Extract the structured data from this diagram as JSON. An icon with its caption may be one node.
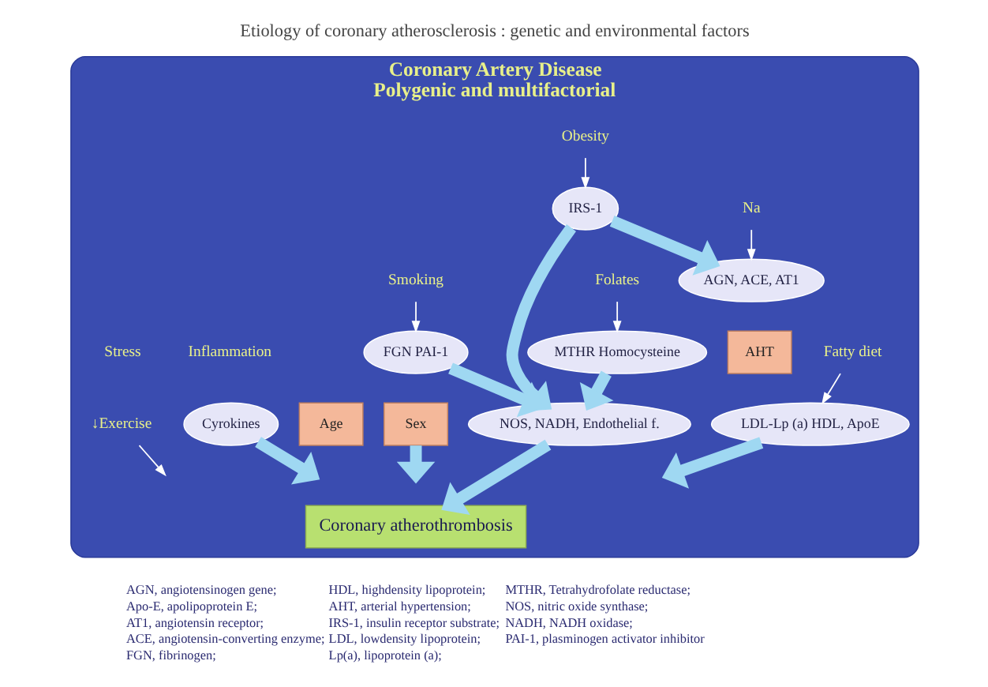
{
  "diagram": {
    "title": "Etiology of coronary atherosclerosis : genetic and environmental factors",
    "nodes": [
      {
        "text": [
          "Coronary Artery Disease",
          "Polygenic and multifactorial"
        ]
      },
      {
        "text": [
          "Obesity"
        ],
        "in": 0
      },
      {
        "text": [
          "↓Exercise"
        ],
        "in": 0
      },
      {
        "text": [
          "IRS-1"
        ],
        "in": 0
      },
      {
        "text": [
          "Na"
        ],
        "in": 0
      },
      {
        "text": [
          "AGN, ACE, AT1"
        ],
        "in": 0
      },
      {
        "text": [
          "AHT"
        ],
        "in": 0
      },
      {
        "text": [
          "NOS, NADH, Endothelial f."
        ],
        "in": 0
      },
      {
        "text": [
          "Fatty diet"
        ],
        "in": 0
      },
      {
        "text": [
          "LDL-Lp (a) HDL, ApoE"
        ],
        "in": 0
      },
      {
        "text": [
          "Folates"
        ],
        "in": 0
      },
      {
        "text": [
          "MTHR Homocysteine"
        ],
        "in": 0
      },
      {
        "text": [
          "Smoking"
        ],
        "in": 0
      },
      {
        "text": [
          "FGN PAI-1"
        ],
        "in": 0
      },
      {
        "text": [
          "Cyrokines"
        ],
        "in": 0
      },
      {
        "text": [
          "Sex"
        ],
        "in": 0
      },
      {
        "text": [
          "Age"
        ],
        "in": 0
      },
      {
        "text": [
          "Coronary atherothrombosis"
        ],
        "in": 0
      }
    ],
    "edges": [
      {
        "from": 1,
        "to": 3,
        "arrow": "to",
        "color": "#ffffff"
      },
      {
        "from": 2,
        "to": null,
        "arrow": "to",
        "color": "#ffffff"
      },
      {
        "from": 3,
        "to": 5,
        "arrow": "to"
      },
      {
        "from": 3,
        "to": 7,
        "arrow": "to"
      },
      {
        "from": 4,
        "to": 5,
        "arrow": "to",
        "color": "#ffffff"
      },
      {
        "from": 8,
        "to": 9,
        "arrow": "to",
        "color": "#ffffff"
      },
      {
        "from": 9,
        "to": null,
        "arrow": "to"
      },
      {
        "from": 10,
        "to": 11,
        "arrow": "to",
        "color": "#ffffff"
      },
      {
        "from": 11,
        "to": 7,
        "arrow": "to"
      },
      {
        "from": 12,
        "to": 13,
        "arrow": "to",
        "color": "#ffffff"
      },
      {
        "from": 13,
        "to": 7,
        "arrow": "to"
      },
      {
        "from": 14,
        "to": null,
        "arrow": "to"
      },
      {
        "from": 15,
        "to": null,
        "arrow": "to"
      },
      {
        "from": 7,
        "to": 17,
        "arrow": "to"
      }
    ],
    "labels": [
      "Stress",
      "Inflammation",
      "AGN, angiotensinogen gene;",
      "HDL, highdensity lipoprotein;",
      "MTHR, Tetrahydrofolate reductase;",
      "Apo-E, apolipoprotein E;",
      "AHT, arterial hypertension;",
      "NOS, nitric oxide synthase;",
      "AT1, angiotensin receptor;",
      "IRS-1, insulin receptor substrate;",
      "NADH, NADH oxidase;",
      "ACE, angiotensin-converting enzyme;",
      "LDL, lowdensity lipoprotein;",
      "PAI-1, plasminogen activator inhibitor",
      "FGN, fibrinogen;",
      "Lp(a), lipoprotein (a);"
    ]
  }
}
